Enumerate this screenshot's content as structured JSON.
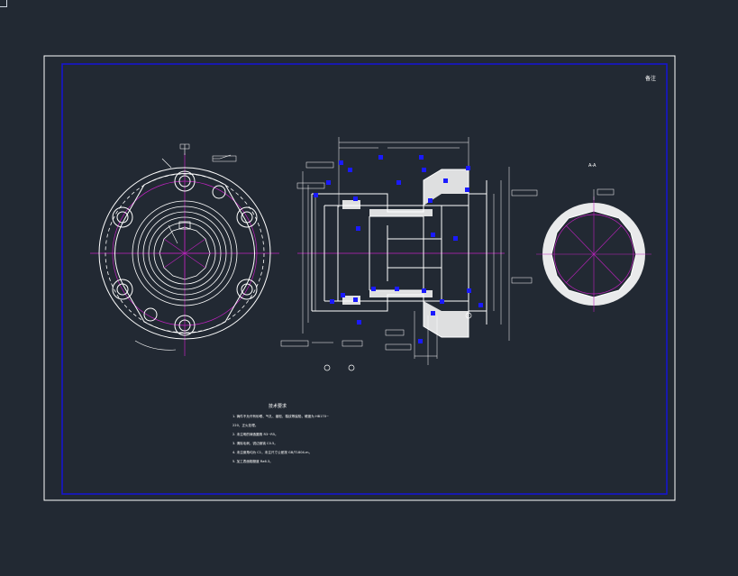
{
  "sheet": {
    "tag": "备注",
    "section_label": "A-A",
    "notes_title": "技术要求",
    "notes": [
      "1. 铸件不允许有砂眼、气孔、缩松、裂纹等缺陷，硬度为 HB170~",
      "   220，正火处理。",
      "2. 未注明的铸造圆角 R3~R5。",
      "3. 清除毛刺，锐边倒钝 C0.5。",
      "4. 未注倒角均为 C1，未注尺寸公差按 GB/T1804-m。",
      "5. 加工表面粗糙度 Ra6.3。"
    ]
  },
  "colors": {
    "background": "#222933",
    "sheet_frame": "#ffffff",
    "border": "#1414d8",
    "geometry": "#ffffff",
    "centerline": "#c022c0",
    "dimension_marker": "#1a1aff"
  },
  "icons": {
    "cursor": "crosshair-corner-icon",
    "datum": "datum-symbol-icon",
    "weld": "dimension-marker-icon"
  }
}
